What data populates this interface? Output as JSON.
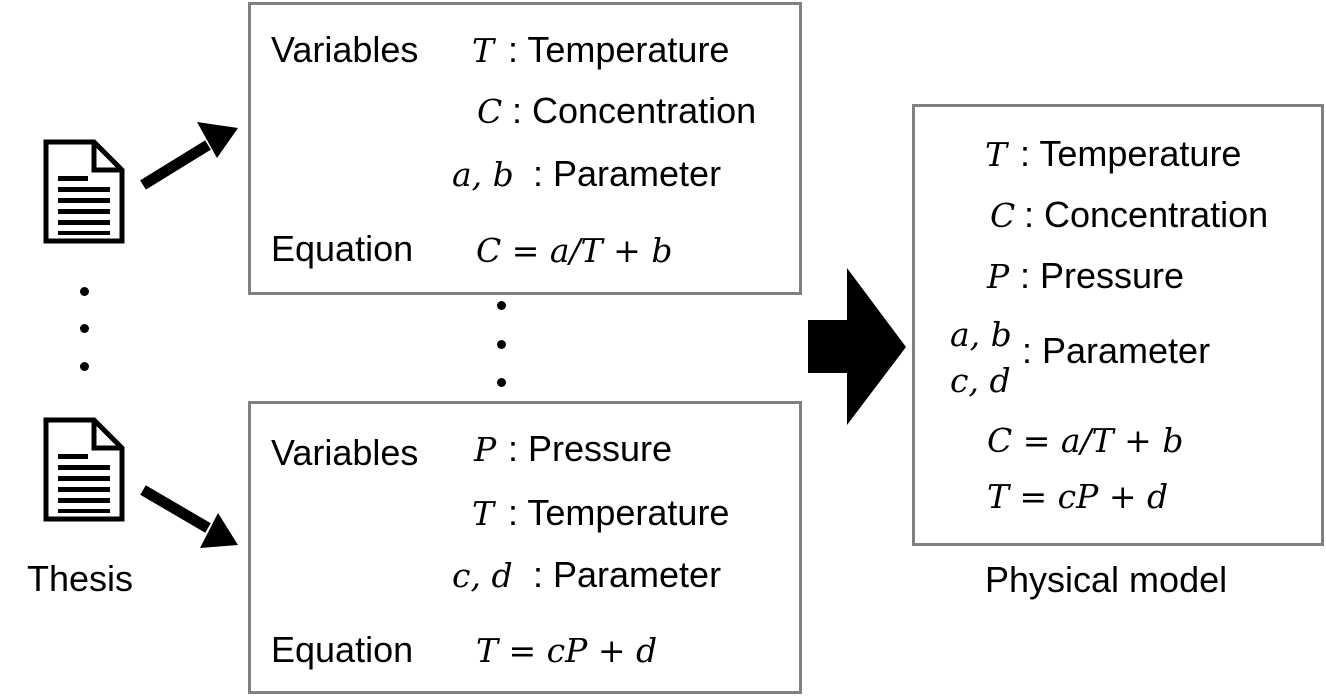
{
  "thesis": {
    "label": "Thesis",
    "icon": "document-icon"
  },
  "box1": {
    "variables_label": "Variables",
    "equation_label": "Equation",
    "vars": [
      {
        "sym": "T",
        "desc": ": Temperature"
      },
      {
        "sym": "C",
        "desc": ": Concentration"
      },
      {
        "sym": "a, b",
        "desc": ": Parameter"
      }
    ],
    "equation": "C = a/T + b"
  },
  "box2": {
    "variables_label": "Variables",
    "equation_label": "Equation",
    "vars": [
      {
        "sym": "P",
        "desc": ": Pressure"
      },
      {
        "sym": "T",
        "desc": ": Temperature"
      },
      {
        "sym": "c, d",
        "desc": ": Parameter"
      }
    ],
    "equation": "T = cP + d"
  },
  "model": {
    "label": "Physical model",
    "vars": [
      {
        "sym": "T",
        "desc": ": Temperature"
      },
      {
        "sym": "C",
        "desc": ": Concentration"
      },
      {
        "sym": "P",
        "desc": ": Pressure"
      }
    ],
    "param_syms": [
      "a, b",
      "c, d"
    ],
    "param_desc": ": Parameter",
    "equations": [
      "C = a/T + b",
      "T = cP + d"
    ]
  }
}
